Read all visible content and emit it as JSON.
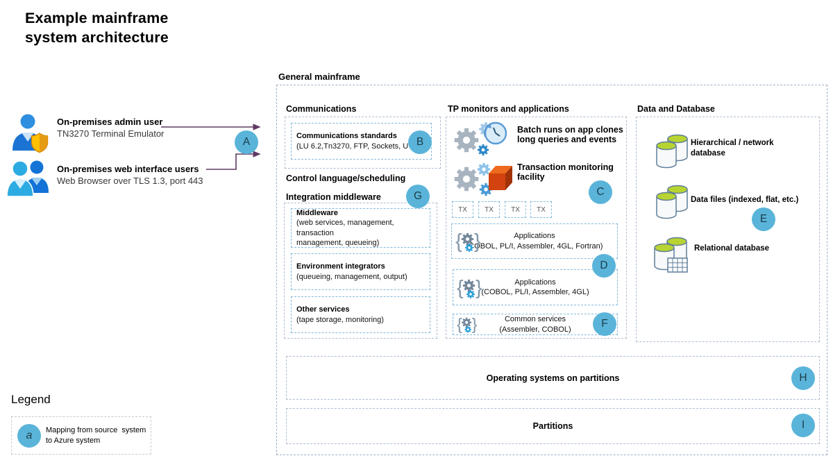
{
  "title": "Example mainframe\nsystem architecture",
  "users": [
    {
      "name": "On-premises admin user",
      "desc": "TN3270 Terminal Emulator",
      "icon": "admin-user-icon"
    },
    {
      "name": "On-premises web interface users",
      "desc": "Web Browser over TLS 1.3, port 443",
      "icon": "web-users-icon"
    }
  ],
  "connector_badge": "A",
  "mainframe": {
    "label": "General mainframe",
    "communications": {
      "header": "Communications",
      "title": "Communications standards",
      "sub": "(LU 6.2,Tn3270, FTP, Sockets, UTS)",
      "badge": "B"
    },
    "control_header": "Control language/scheduling",
    "integration": {
      "header": "Integration middleware",
      "badge": "G",
      "items": [
        {
          "title": "Middleware",
          "sub": "(web services, management, transaction\nmanagement, queueing)"
        },
        {
          "title": "Environment integrators",
          "sub": "(queueing, management, output)"
        },
        {
          "title": "Other services",
          "sub": "(tape storage, monitoring)"
        }
      ]
    },
    "tp": {
      "header": "TP monitors and applications",
      "batch_label": "Batch runs on app clones\nlong queries and events",
      "batch_icon": "batch-gears-clock-icon",
      "txn_label": "Transaction monitoring\nfacility",
      "txn_icon": "transaction-gears-box-icon",
      "txn_badge": "C",
      "tx": [
        "TX",
        "TX",
        "TX",
        "TX"
      ],
      "apps": [
        {
          "title": "Applications",
          "sub": "(COBOL, PL/I, Assembler, 4GL, Fortran)",
          "icon": "app-braces-gear-icon"
        },
        {
          "title": "Applications",
          "sub": "(COBOL, PL/I, Assembler, 4GL)",
          "icon": "app-braces-gear-icon"
        },
        {
          "title": "Common services",
          "sub": "(Assembler, COBOL)",
          "icon": "app-braces-gear-icon"
        }
      ],
      "apps_badge": "D",
      "common_badge": "F"
    },
    "data": {
      "header": "Data and Database",
      "badge": "E",
      "items": [
        {
          "label": "Hierarchical / network\ndatabase",
          "icon": "database-icon"
        },
        {
          "label": "Data files (indexed, flat, etc.)",
          "icon": "database-icon"
        },
        {
          "label": "Relational database",
          "icon": "relational-database-icon"
        }
      ]
    },
    "os_bar": {
      "label": "Operating systems on partitions",
      "badge": "H"
    },
    "partitions_bar": {
      "label": "Partitions",
      "badge": "I"
    }
  },
  "legend": {
    "header": "Legend",
    "badge": "a",
    "text": "Mapping from source  system\nto Azure system"
  },
  "icons": [
    "admin-user-icon",
    "web-users-icon",
    "batch-gears-clock-icon",
    "transaction-gears-box-icon",
    "app-braces-gear-icon",
    "database-icon",
    "relational-database-icon"
  ],
  "colors": {
    "badge_blue": "#5ab4d9",
    "badge_text": "#1d3c49",
    "arrow_purple": "#5e3a63",
    "db_green": "#b8d432",
    "gear_gray": "#a8b4c0",
    "gear_blue": "#2f88c8",
    "cube_red": "#d2430f"
  }
}
